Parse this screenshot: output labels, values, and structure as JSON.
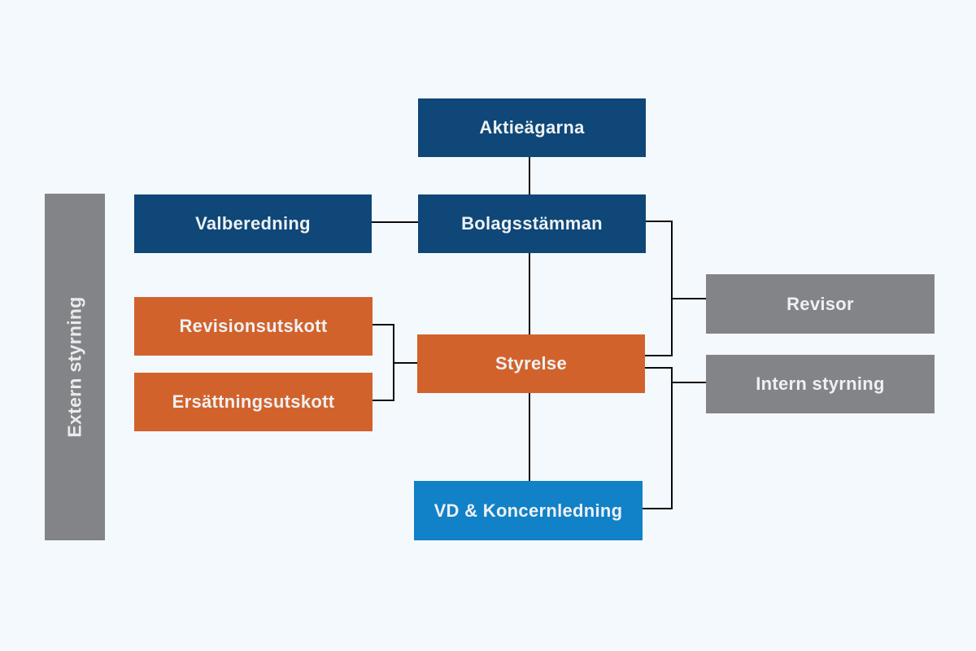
{
  "diagram": {
    "type": "org-chart",
    "language": "sv",
    "nodes": {
      "aktieagarna": {
        "label": "Aktieägarna",
        "color": "#0E4778"
      },
      "bolagsstamman": {
        "label": "Bolagsstämman",
        "color": "#0E4778"
      },
      "valberedning": {
        "label": "Valberedning",
        "color": "#0E4778"
      },
      "revisionsutskott": {
        "label": "Revisionsutskott",
        "color": "#D2622B"
      },
      "ersattningsutskott": {
        "label": "Ersättningsutskott",
        "color": "#D2622B"
      },
      "styrelse": {
        "label": "Styrelse",
        "color": "#D2622B"
      },
      "vd_koncernledning": {
        "label": "VD & Koncernledning",
        "color": "#1181C8"
      },
      "revisor": {
        "label": "Revisor",
        "color": "#828487"
      },
      "intern_styrning": {
        "label": "Intern styrning",
        "color": "#828487"
      }
    },
    "side_band": {
      "label": "Extern styrning",
      "color": "#828487",
      "orientation": "vertical"
    },
    "connections": [
      {
        "from": "aktieagarna",
        "to": "bolagsstamman"
      },
      {
        "from": "valberedning",
        "to": "bolagsstamman"
      },
      {
        "from": "bolagsstamman",
        "to": "styrelse"
      },
      {
        "from": "bolagsstamman",
        "to": "revisor"
      },
      {
        "from": "bolagsstamman",
        "to": "styrelse-right"
      },
      {
        "from": "revisionsutskott",
        "to": "styrelse"
      },
      {
        "from": "ersattningsutskott",
        "to": "styrelse"
      },
      {
        "from": "styrelse",
        "to": "intern_styrning"
      },
      {
        "from": "styrelse",
        "to": "vd_koncernledning"
      },
      {
        "from": "styrelse",
        "to": "vd_koncernledning-right"
      }
    ],
    "colors": {
      "background": "#F4F9FD",
      "dark_blue": "#0E4778",
      "orange": "#D2622B",
      "bright_blue": "#1181C8",
      "gray": "#828487",
      "line": "#0B0B0B",
      "text": "#EEF1F3"
    }
  }
}
